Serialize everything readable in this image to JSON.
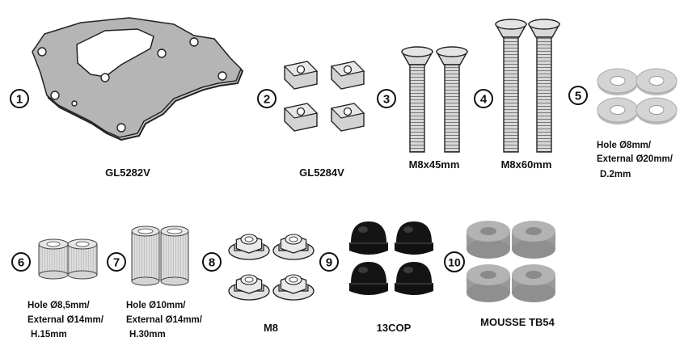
{
  "items": [
    {
      "number": "1",
      "label": "GL5282V"
    },
    {
      "number": "2",
      "label": "GL5284V"
    },
    {
      "number": "3",
      "label": "M8x45mm"
    },
    {
      "number": "4",
      "label": "M8x60mm"
    },
    {
      "number": "5",
      "label_lines": [
        "Hole Ø8mm/",
        "External Ø20mm/",
        "D.2mm"
      ]
    },
    {
      "number": "6",
      "label_lines": [
        "Hole Ø8,5mm/",
        "External Ø14mm/",
        "H.15mm"
      ]
    },
    {
      "number": "7",
      "label_lines": [
        "Hole Ø10mm/",
        "External Ø14mm/",
        "H.30mm"
      ]
    },
    {
      "number": "8",
      "label": "M8"
    },
    {
      "number": "9",
      "label": "13COP"
    },
    {
      "number": "10",
      "label": "MOUSSE TB54"
    }
  ],
  "colors": {
    "plate": "#c9c9c9",
    "metal": "#d6d6d6",
    "washer": "#d2d2d2",
    "spacer": "#d9d9d9",
    "cap": "#111111",
    "foam": "#a9a9a9",
    "outline": "#222222"
  }
}
